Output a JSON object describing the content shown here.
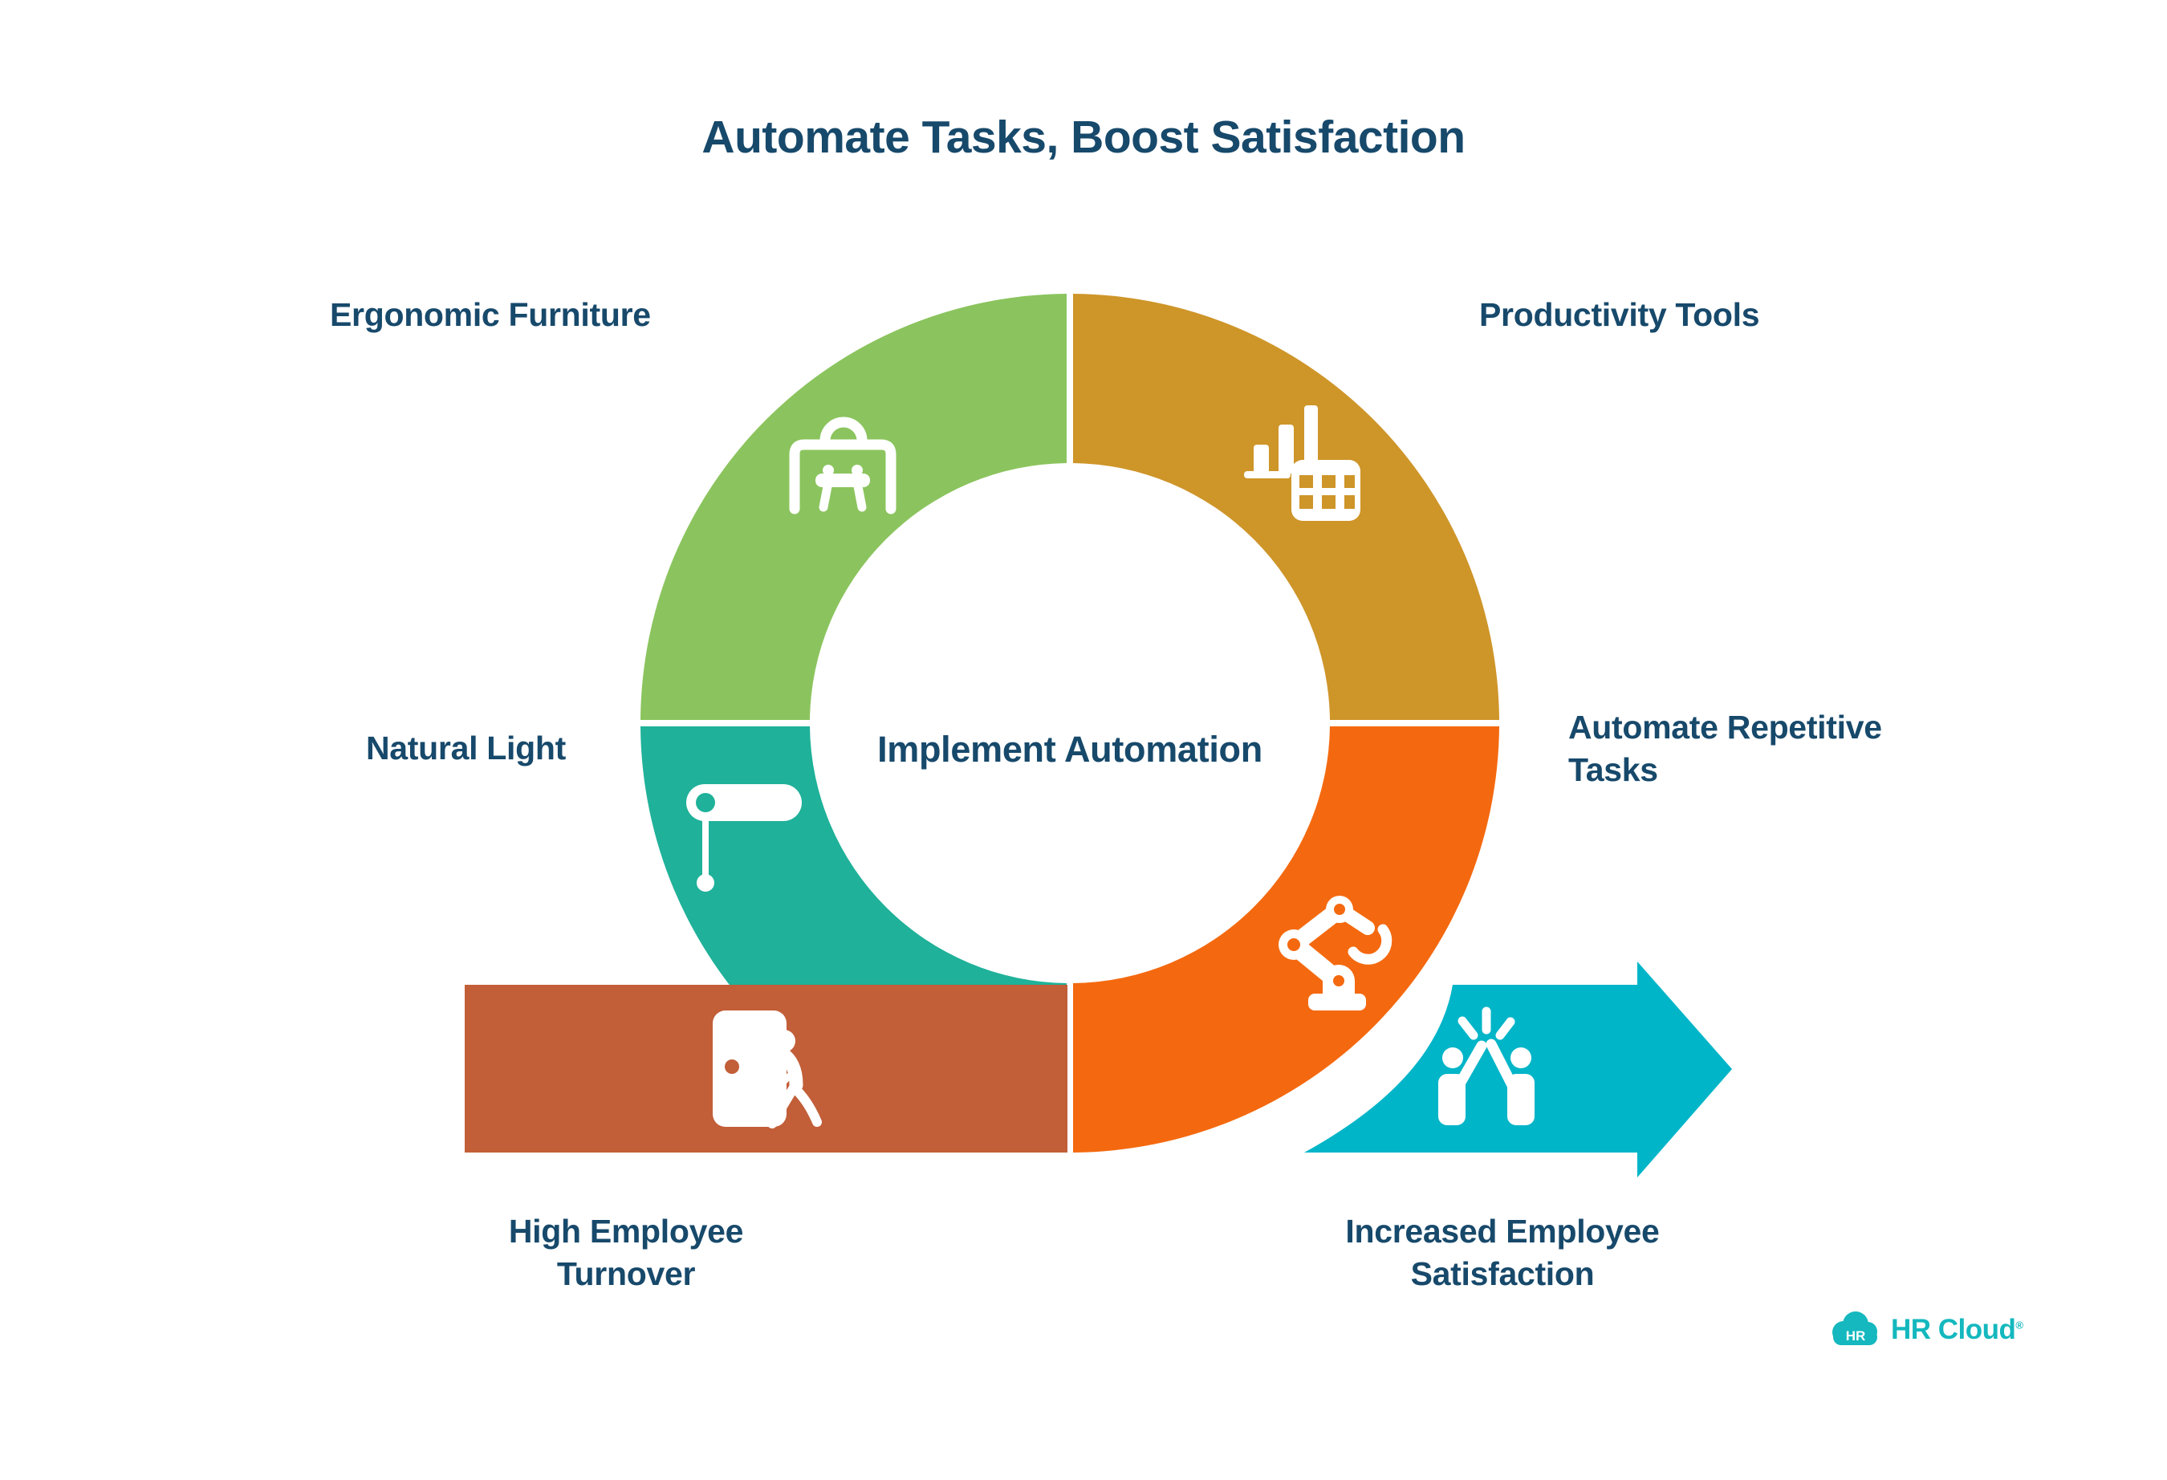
{
  "title": "Automate Tasks, Boost Satisfaction",
  "center_label": "Implement Automation",
  "segments": [
    {
      "id": "ergonomic-furniture",
      "label": "Ergonomic Furniture",
      "color": "#8BC45E",
      "icon": "desk-icon"
    },
    {
      "id": "productivity-tools",
      "label": "Productivity Tools",
      "color": "#CE9529",
      "icon": "bar-chart-spreadsheet-icon"
    },
    {
      "id": "natural-light",
      "label": "Natural Light",
      "color": "#1FB199",
      "icon": "window-blind-icon"
    },
    {
      "id": "automate-repetitive-tasks",
      "label": "Automate Repetitive\nTasks",
      "color": "#F4690F",
      "icon": "robot-arm-icon"
    }
  ],
  "flow": {
    "input": {
      "label": "High Employee\nTurnover",
      "color": "#C25E38",
      "icon": "employee-leaving-door-icon"
    },
    "output": {
      "label": "Increased Employee\nSatisfaction",
      "color": "#00B5C8",
      "icon": "high-five-icon"
    }
  },
  "logo": {
    "mark": "HR",
    "wordmark": "HR Cloud",
    "registered": "®",
    "color": "#14B8BE"
  },
  "colors": {
    "text": "#17496B",
    "background": "#FFFFFF",
    "icon": "#FFFFFF"
  }
}
